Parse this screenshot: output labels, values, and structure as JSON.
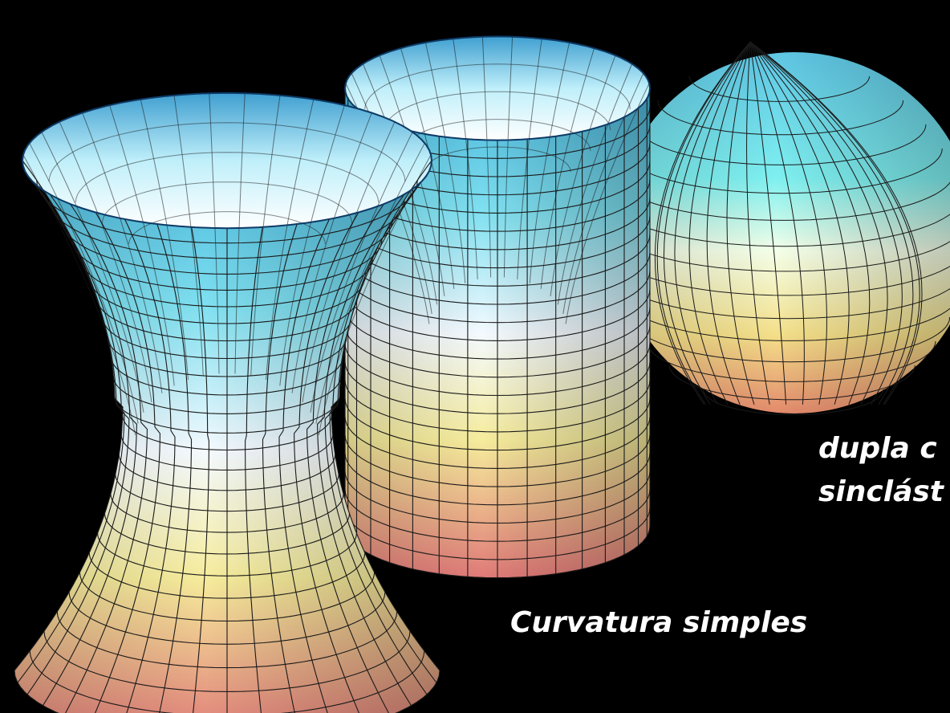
{
  "captions": {
    "simple": "Curvatura simples",
    "double_line1": "dupla c",
    "double_line2": "sinclást"
  },
  "surfaces": [
    {
      "name": "hyperboloid",
      "kind": "hyperboloid"
    },
    {
      "name": "cylinder",
      "kind": "cylinder"
    },
    {
      "name": "sphere",
      "kind": "sphere"
    }
  ],
  "colors": {
    "background": "#000000",
    "gradient_top": "#6fd0e8",
    "gradient_mid": "#f2f9ff",
    "gradient_low": "#f6ee9a",
    "gradient_bottom": "#e0807a",
    "grid": "#1a1a1a"
  }
}
